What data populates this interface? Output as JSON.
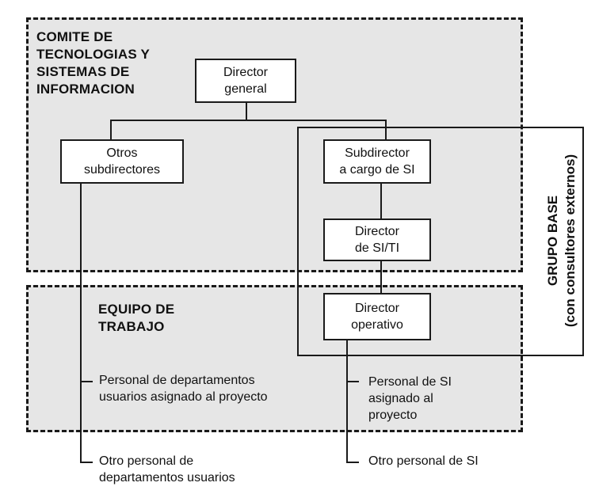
{
  "zones": {
    "committee_title": "COMITE DE\nTECNOLOGIAS Y\nSISTEMAS DE\nINFORMACION",
    "team_title": "EQUIPO DE\nTRABAJO",
    "core_group_title": "GRUPO BASE\n(con consultores externos)"
  },
  "boxes": {
    "director_general": "Director\ngeneral",
    "otros_subdirectores": "Otros\nsubdirectores",
    "subdirector_si": "Subdirector\na cargo de SI",
    "director_si_ti": "Director\nde SI/TI",
    "director_operativo": "Director\noperativo"
  },
  "labels": {
    "personal_usuarios": "Personal de departamentos\nusuarios asignado al proyecto",
    "otro_personal_usuarios": "Otro personal de\ndepartamentos usuarios",
    "personal_si": "Personal de SI\nasignado al\nproyecto",
    "otro_personal_si": "Otro personal de SI"
  }
}
